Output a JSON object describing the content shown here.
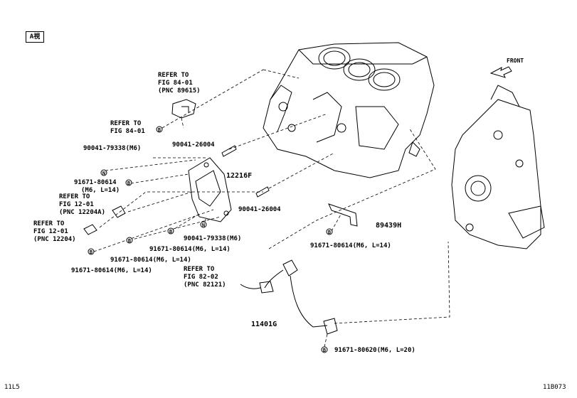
{
  "view_tag": "A視",
  "front_label": "FRONT",
  "labels": {
    "refer_8401_a": [
      "REFER TO",
      "FIG 84-01",
      "(PNC 89615)"
    ],
    "refer_8401_b": [
      "REFER TO",
      "FIG 84-01"
    ],
    "p90041_26004_top": "90041-26004",
    "p90041_79338_left": "90041-79338(M6)",
    "p12216F": "12216F",
    "p91671_80614_a": [
      "91671-80614",
      "(M6, L=14)"
    ],
    "refer_1201_a": [
      "REFER TO",
      "FIG 12-01",
      "(PNC 12204A)"
    ],
    "refer_1201_b": [
      "REFER TO",
      "FIG 12-01",
      "(PNC 12204)"
    ],
    "p90041_26004_bot": "90041-26004",
    "p90041_79338_bot": "90041-79338(M6)",
    "p91671_80614_b": "91671-80614(M6, L=14)",
    "p91671_80614_c": "91671-80614(M6, L=14)",
    "p91671_80614_d": "91671-80614(M6, L=14)",
    "p89439H": "89439H",
    "p91671_80614_e": "91671-80614(M6, L=14)",
    "refer_8202": [
      "REFER TO",
      "FIG 82-02",
      "(PNC 82121)"
    ],
    "p11401G": "11401G",
    "p91671_80620": "91671-80620(M6, L=20)"
  },
  "markers": {
    "B": "B",
    "N": "N"
  },
  "corner_left": "11L5",
  "corner_right": "11B073"
}
